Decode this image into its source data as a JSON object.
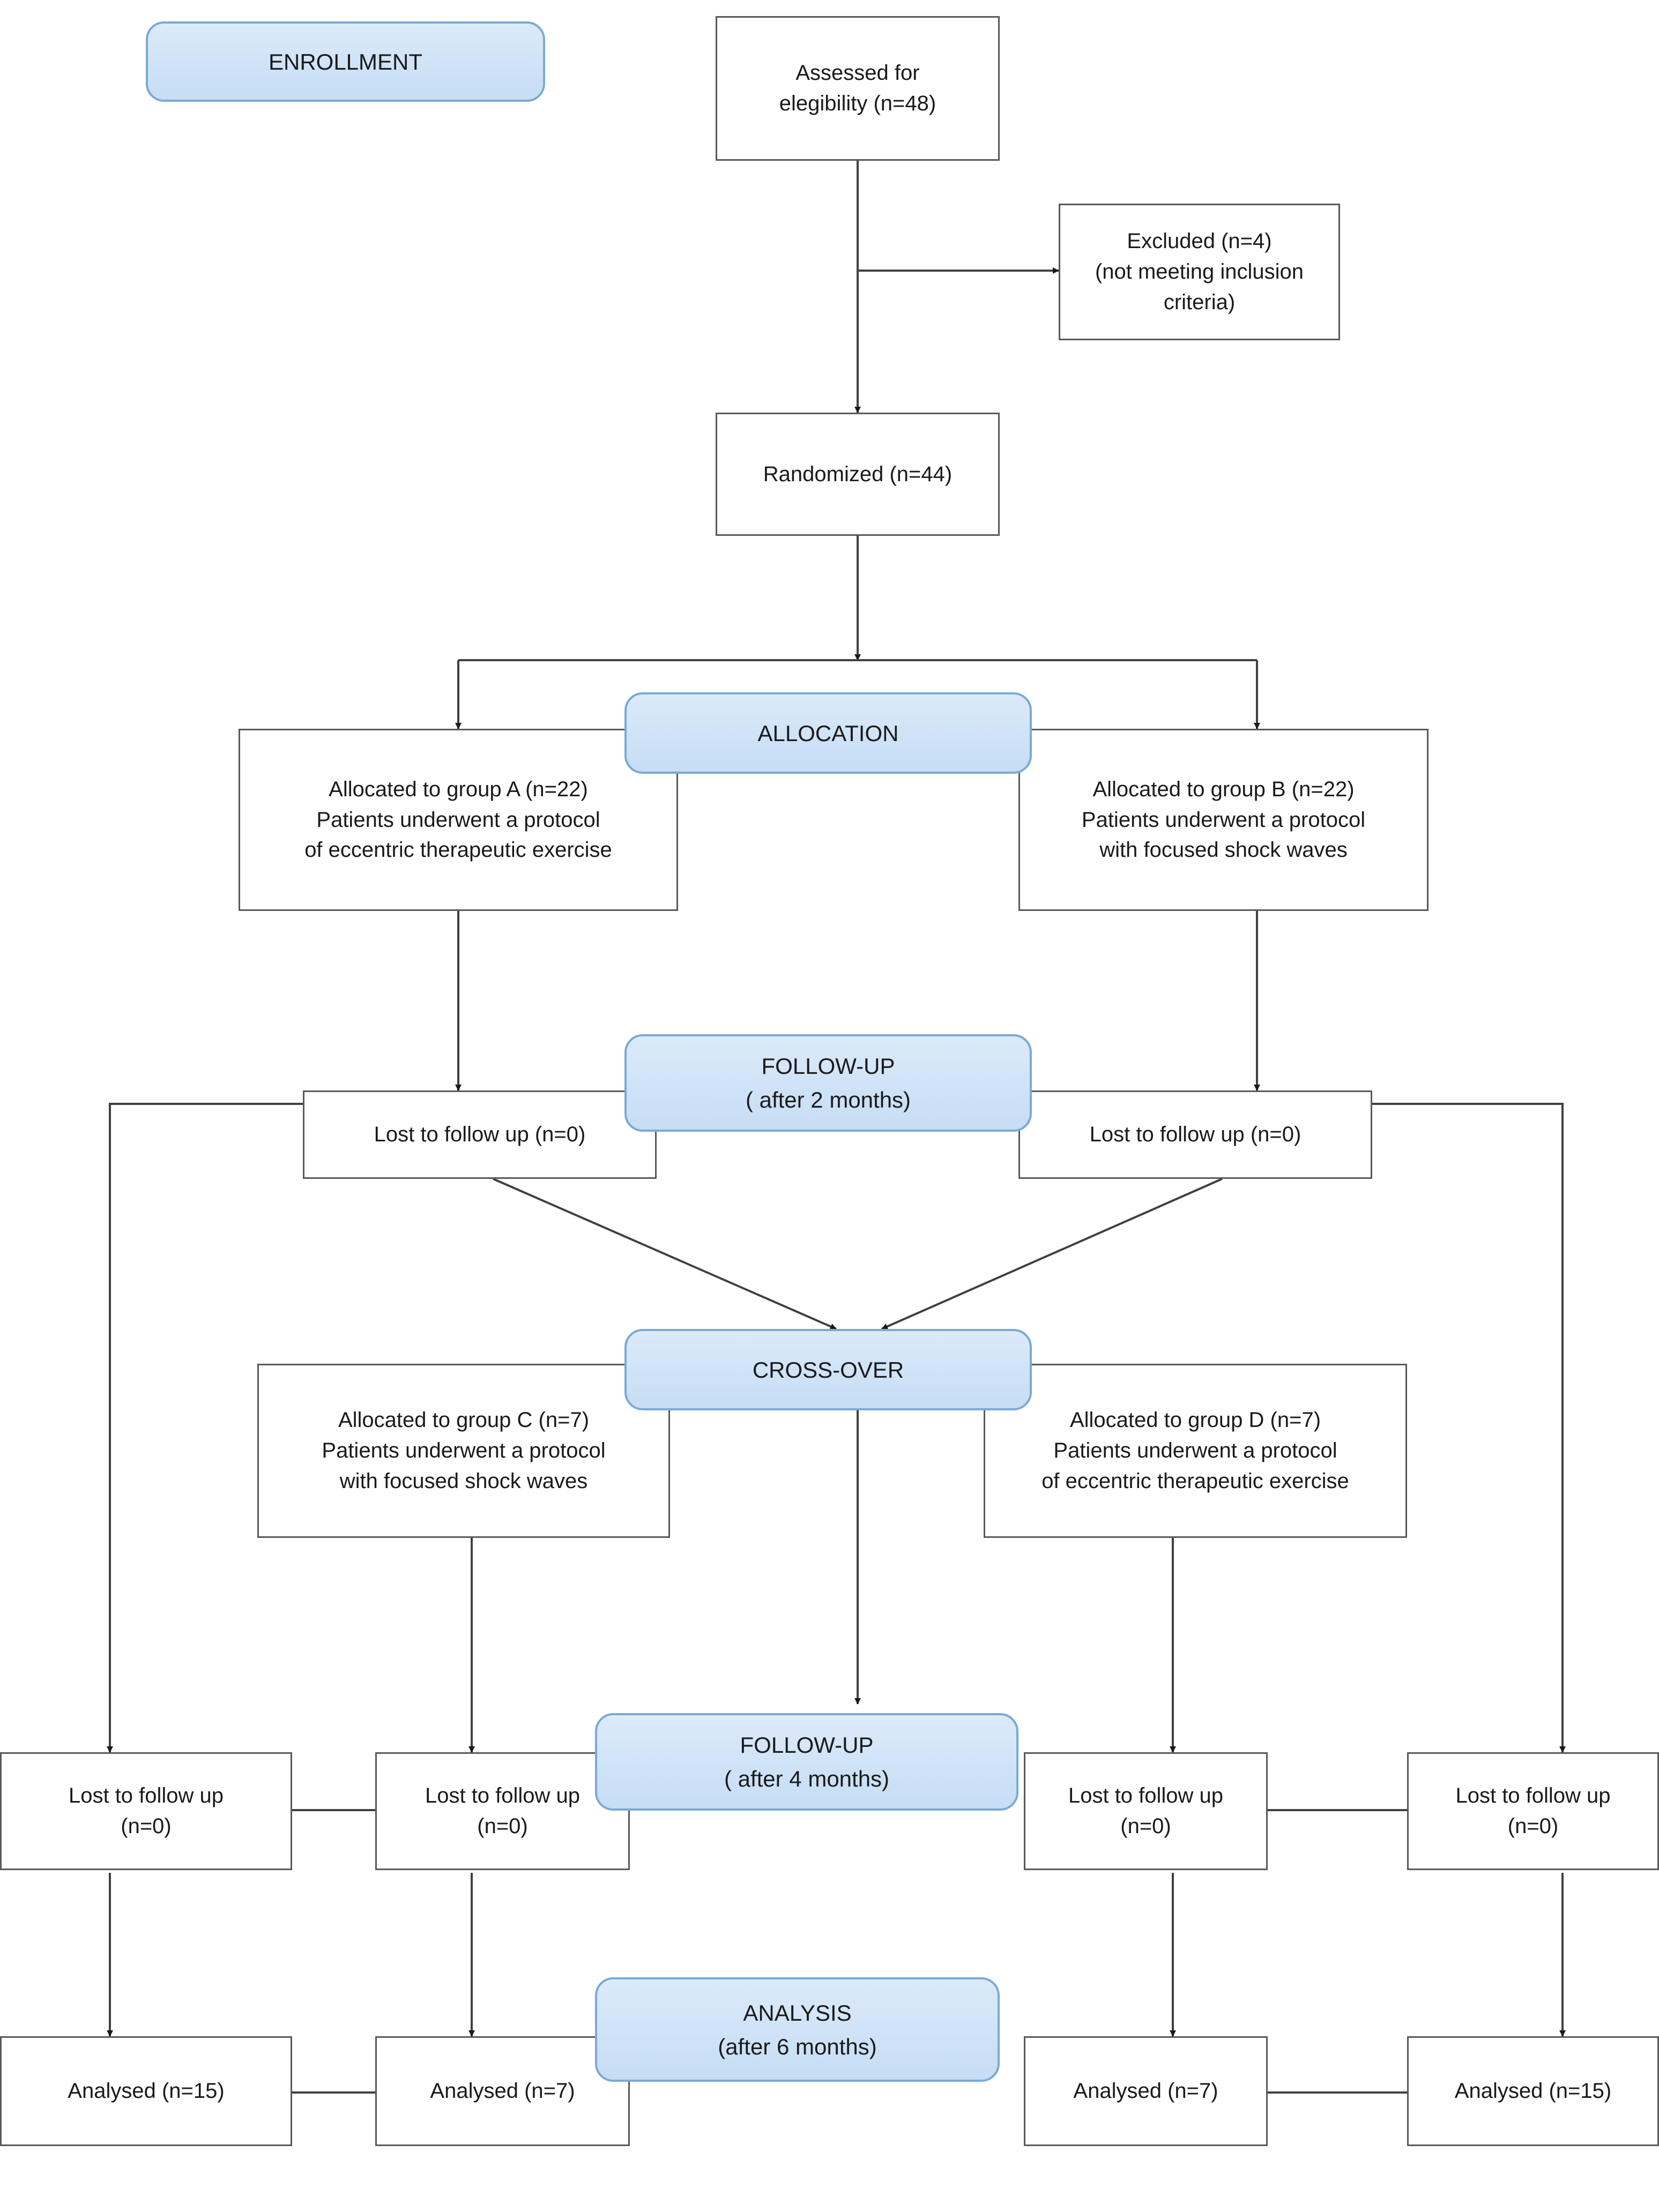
{
  "diagram": {
    "title": "CONSORT participant flow diagram",
    "colors": {
      "banner_fill": "#d6e7f8",
      "banner_border": "#7aa9d6",
      "box_border": "#595959",
      "text": "#1a1a1a",
      "connector": "#404040",
      "background": "#ffffff"
    }
  },
  "banners": {
    "enrollment": {
      "line1": "ENROLLMENT",
      "line2": ""
    },
    "allocation": {
      "line1": "ALLOCATION",
      "line2": ""
    },
    "followup_2m": {
      "line1": "FOLLOW-UP",
      "line2": "( after 2 months)"
    },
    "crossover": {
      "line1": "CROSS-OVER",
      "line2": ""
    },
    "followup_4m": {
      "line1": "FOLLOW-UP",
      "line2": "( after 4 months)"
    },
    "analysis": {
      "line1": "ANALYSIS",
      "line2": "(after 6 months)"
    }
  },
  "boxes": {
    "assessed": "Assessed for\nelegibility (n=48)",
    "excluded": "Excluded (n=4)\n(not meeting inclusion\ncriteria)",
    "randomized": "Randomized (n=44)",
    "group_a": "Allocated to group A (n=22)\nPatients underwent a protocol\nof eccentric therapeutic exercise",
    "group_b": "Allocated to group B (n=22)\nPatients underwent a protocol\nwith focused shock waves",
    "lost_2m_left": "Lost to follow up (n=0)",
    "lost_2m_right": "Lost to follow up (n=0)",
    "group_c": "Allocated to group C (n=7)\nPatients underwent a protocol\nwith focused shock waves",
    "group_d": "Allocated to group D (n=7)\nPatients underwent a protocol\nof eccentric therapeutic exercise",
    "lost_4m_1": "Lost to follow up\n(n=0)",
    "lost_4m_2": "Lost to follow up\n(n=0)",
    "lost_4m_3": "Lost to follow up\n(n=0)",
    "lost_4m_4": "Lost to follow up\n(n=0)",
    "analysed_1": "Analysed (n=15)",
    "analysed_2": "Analysed (n=7)",
    "analysed_3": "Analysed (n=7)",
    "analysed_4": "Analysed (n=15)"
  },
  "chart_data": {
    "type": "diagram",
    "title": "CONSORT flow diagram of a cross-over randomized trial",
    "nodes": [
      {
        "id": "assessed",
        "label": "Assessed for elegibility",
        "n": 48,
        "stage": "enrollment"
      },
      {
        "id": "excluded",
        "label": "Excluded (not meeting inclusion criteria)",
        "n": 4,
        "stage": "enrollment"
      },
      {
        "id": "randomized",
        "label": "Randomized",
        "n": 44,
        "stage": "enrollment"
      },
      {
        "id": "group_a",
        "label": "Allocated to group A - eccentric therapeutic exercise",
        "n": 22,
        "stage": "allocation"
      },
      {
        "id": "group_b",
        "label": "Allocated to group B - focused shock waves",
        "n": 22,
        "stage": "allocation"
      },
      {
        "id": "lost_2m_left",
        "label": "Lost to follow up (group A)",
        "n": 0,
        "stage": "followup_2m"
      },
      {
        "id": "lost_2m_right",
        "label": "Lost to follow up (group B)",
        "n": 0,
        "stage": "followup_2m"
      },
      {
        "id": "group_c",
        "label": "Allocated to group C - focused shock waves",
        "n": 7,
        "stage": "crossover"
      },
      {
        "id": "group_d",
        "label": "Allocated to group D - eccentric therapeutic exercise",
        "n": 7,
        "stage": "crossover"
      },
      {
        "id": "lost_4m_1",
        "label": "Lost to follow up",
        "n": 0,
        "stage": "followup_4m"
      },
      {
        "id": "lost_4m_2",
        "label": "Lost to follow up",
        "n": 0,
        "stage": "followup_4m"
      },
      {
        "id": "lost_4m_3",
        "label": "Lost to follow up",
        "n": 0,
        "stage": "followup_4m"
      },
      {
        "id": "lost_4m_4",
        "label": "Lost to follow up",
        "n": 0,
        "stage": "followup_4m"
      },
      {
        "id": "analysed_1",
        "label": "Analysed",
        "n": 15,
        "stage": "analysis"
      },
      {
        "id": "analysed_2",
        "label": "Analysed",
        "n": 7,
        "stage": "analysis"
      },
      {
        "id": "analysed_3",
        "label": "Analysed",
        "n": 7,
        "stage": "analysis"
      },
      {
        "id": "analysed_4",
        "label": "Analysed",
        "n": 15,
        "stage": "analysis"
      }
    ],
    "stages": [
      "ENROLLMENT",
      "ALLOCATION",
      "FOLLOW-UP ( after 2 months)",
      "CROSS-OVER",
      "FOLLOW-UP ( after 4 months)",
      "ANALYSIS (after 6 months)"
    ],
    "edges": [
      [
        "assessed",
        "excluded"
      ],
      [
        "assessed",
        "randomized"
      ],
      [
        "randomized",
        "group_a"
      ],
      [
        "randomized",
        "group_b"
      ],
      [
        "group_a",
        "lost_2m_left"
      ],
      [
        "group_b",
        "lost_2m_right"
      ],
      [
        "lost_2m_left",
        "group_c"
      ],
      [
        "lost_2m_right",
        "group_c"
      ],
      [
        "lost_2m_left",
        "lost_4m_1"
      ],
      [
        "lost_2m_right",
        "lost_4m_4"
      ],
      [
        "group_c",
        "lost_4m_2"
      ],
      [
        "group_d",
        "lost_4m_3"
      ],
      [
        "lost_4m_1",
        "analysed_1"
      ],
      [
        "lost_4m_2",
        "analysed_2"
      ],
      [
        "lost_4m_3",
        "analysed_3"
      ],
      [
        "lost_4m_4",
        "analysed_4"
      ]
    ]
  }
}
